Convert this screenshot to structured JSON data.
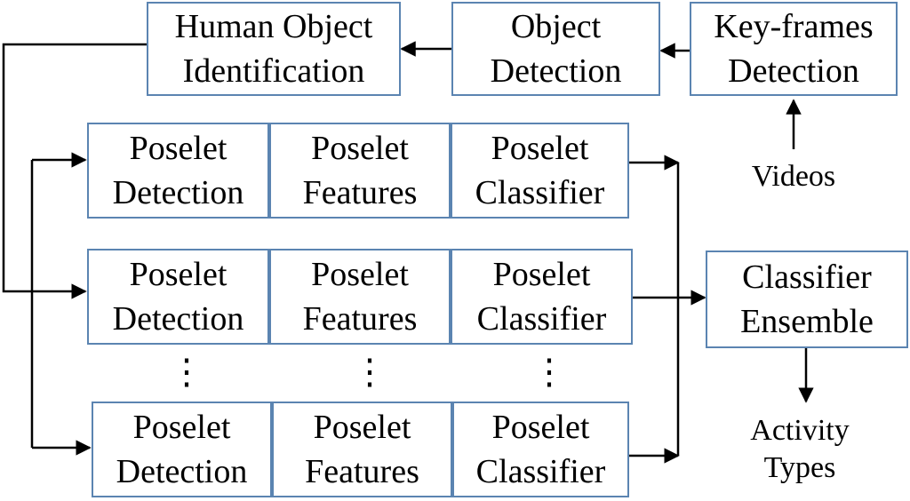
{
  "top_row": {
    "human_object": [
      "Human Object",
      "Identification"
    ],
    "object_detection": [
      "Object",
      "Detection"
    ],
    "keyframes": [
      "Key-frames",
      "Detection"
    ]
  },
  "inputs": {
    "videos": "Videos"
  },
  "poselet_rows": [
    {
      "detection": [
        "Poselet",
        "Detection"
      ],
      "features": [
        "Poselet",
        "Features"
      ],
      "classifier": [
        "Poselet",
        "Classifier"
      ]
    },
    {
      "detection": [
        "Poselet",
        "Detection"
      ],
      "features": [
        "Poselet",
        "Features"
      ],
      "classifier": [
        "Poselet",
        "Classifier"
      ]
    },
    {
      "detection": [
        "Poselet",
        "Detection"
      ],
      "features": [
        "Poselet",
        "Features"
      ],
      "classifier": [
        "Poselet",
        "Classifier"
      ]
    }
  ],
  "ellipsis": "⋮",
  "ensemble": [
    "Classifier",
    "Ensemble"
  ],
  "outputs": {
    "activity_types": [
      "Activity",
      "Types"
    ]
  },
  "colors": {
    "box_border": "#5b84b1",
    "line": "#000000"
  }
}
